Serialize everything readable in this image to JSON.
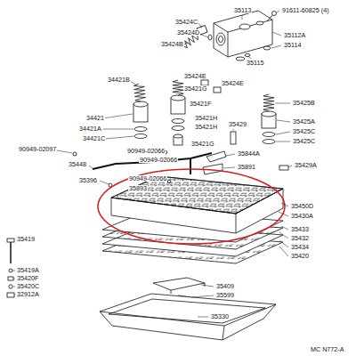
{
  "diagram": {
    "labels": [
      "35113",
      "91611-60825 (4)",
      "35424C",
      "35424D",
      "35112A",
      "35114",
      "35424B",
      "35115",
      "34421B",
      "35424E",
      "35424E",
      "35421G",
      "35421F",
      "35425B",
      "34421",
      "35421H",
      "35429",
      "35425A",
      "34421A",
      "35421H",
      "35425C",
      "34421C",
      "35425C",
      "35421G",
      "90949-02097",
      "90949-02066",
      "90949-02066",
      "35844A",
      "35448",
      "35891",
      "35429A",
      "35396",
      "90949-02066",
      "35893",
      "35450D",
      "35430A",
      "35433",
      "35432",
      "35434",
      "35420",
      "35419",
      "35419A",
      "35420F",
      "35420C",
      "32912A",
      "35409",
      "35599",
      "35330",
      "MC N772-A"
    ]
  }
}
